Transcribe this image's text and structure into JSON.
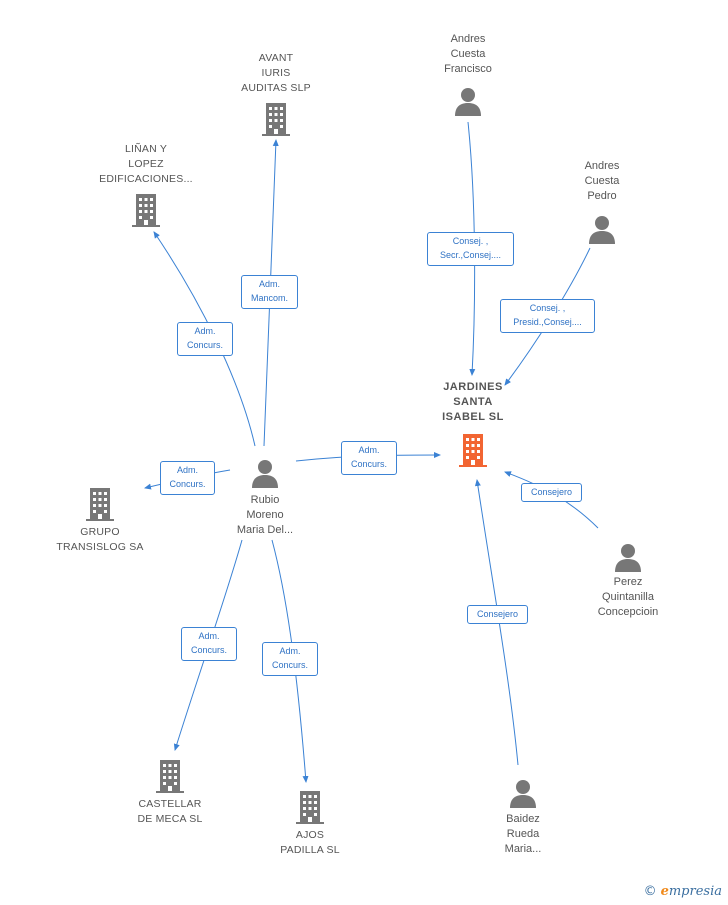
{
  "colors": {
    "edge": "#3b82d4",
    "node": "#777777",
    "main_node": "#f26532"
  },
  "nodes": {
    "avant": {
      "label": "AVANT\nIURIS\nAUDITAS  SLP",
      "icon": "building-icon"
    },
    "linan": {
      "label": "LIÑAN Y\nLOPEZ\nEDIFICACIONES...",
      "icon": "building-icon"
    },
    "andres_francisco": {
      "label": "Andres\nCuesta\nFrancisco",
      "icon": "person-icon"
    },
    "andres_pedro": {
      "label": "Andres\nCuesta\nPedro",
      "icon": "person-icon"
    },
    "jardines": {
      "label": "JARDINES\nSANTA\nISABEL SL",
      "icon": "building-icon"
    },
    "rubio": {
      "label": "Rubio\nMoreno\nMaria Del...",
      "icon": "person-icon"
    },
    "grupo": {
      "label": "GRUPO\nTRANSISLOG SA",
      "icon": "building-icon"
    },
    "perez": {
      "label": "Perez\nQuintanilla\nConcepcioin",
      "icon": "person-icon"
    },
    "castellar": {
      "label": "CASTELLAR\nDE MECA SL",
      "icon": "building-icon"
    },
    "ajos": {
      "label": "AJOS\nPADILLA SL",
      "icon": "building-icon"
    },
    "baidez": {
      "label": "Baidez\nRueda\nMaria...",
      "icon": "person-icon"
    }
  },
  "edges": {
    "rubio_avant": "Adm.\nMancom.",
    "rubio_linan": "Adm.\nConcurs.",
    "francisco_jardines": "Consej. ,\nSecr.,Consej....",
    "pedro_jardines": "Consej. ,\nPresid.,Consej....",
    "rubio_jardines": "Adm.\nConcurs.",
    "rubio_grupo": "Adm.\nConcurs.",
    "perez_jardines": "Consejero",
    "rubio_castellar": "Adm.\nConcurs.",
    "rubio_ajos": "Adm.\nConcurs.",
    "baidez_jardines": "Consejero"
  },
  "footer": {
    "copyright": "©",
    "brand_initial": "e",
    "brand_rest": "mpresia"
  }
}
